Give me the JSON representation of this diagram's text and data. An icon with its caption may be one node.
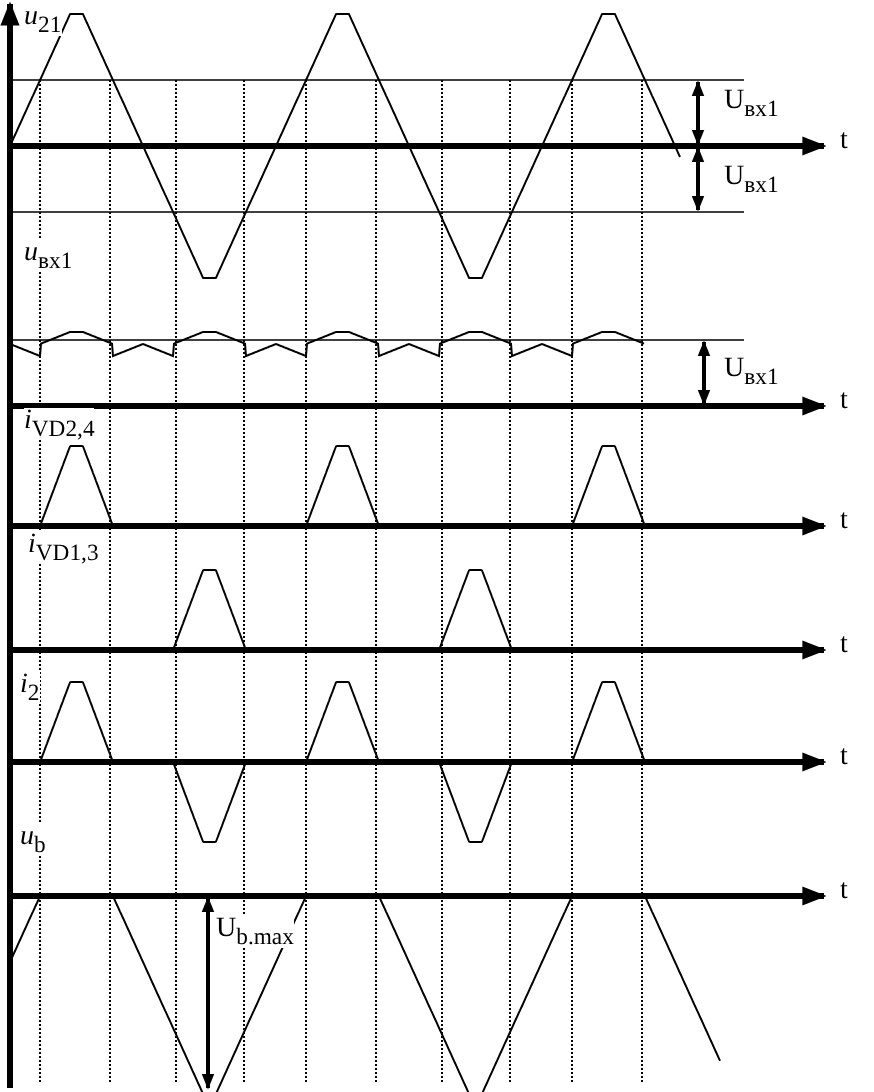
{
  "diagram": {
    "labels": [
      "*u*$_{21}$",
      "U$_{вх1}$",
      "t",
      "U$_{вх1}$",
      "*u*$_{вх1}$",
      "U$_{вх1}$",
      "t",
      "*i*$_{VD2,4}$",
      "t",
      "*i*$_{VD1,3}$",
      "t",
      "*i*$_{2}$",
      "t",
      "*u*$_{b}$",
      "t",
      "U$_{b.max}$"
    ]
  }
}
